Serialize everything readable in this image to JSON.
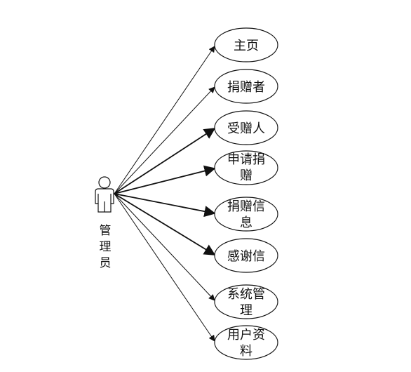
{
  "actor": {
    "name": "管理员",
    "name_lines": [
      "管",
      "理",
      "员"
    ]
  },
  "use_cases": [
    {
      "lines": [
        "主页"
      ]
    },
    {
      "lines": [
        "捐赠者"
      ]
    },
    {
      "lines": [
        "受赠人"
      ]
    },
    {
      "lines": [
        "申请捐",
        "赠"
      ]
    },
    {
      "lines": [
        "捐赠信",
        "息"
      ]
    },
    {
      "lines": [
        "感谢信"
      ]
    },
    {
      "lines": [
        "系统管",
        "理"
      ]
    },
    {
      "lines": [
        "用户资",
        "料"
      ]
    }
  ],
  "colors": {
    "stroke": "#111111",
    "background": "#ffffff"
  }
}
